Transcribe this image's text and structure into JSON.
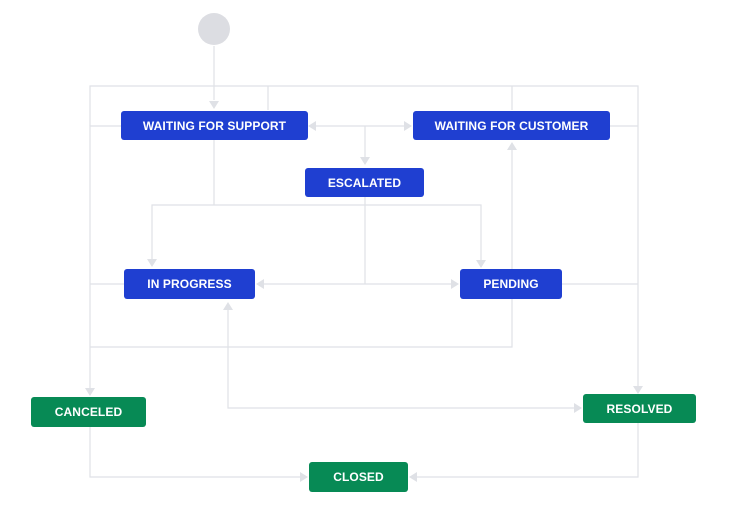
{
  "diagram": {
    "type": "workflow",
    "colors": {
      "in_progress_status": "#1f3fd1",
      "done_status": "#078a55",
      "connector": "#dfe1e6",
      "start_node": "#dcdde2"
    },
    "start_icon": "start-circle",
    "statuses": {
      "waiting_for_support": "WAITING FOR SUPPORT",
      "waiting_for_customer": "WAITING FOR CUSTOMER",
      "escalated": "ESCALATED",
      "in_progress": "IN PROGRESS",
      "pending": "PENDING",
      "canceled": "CANCELED",
      "resolved": "RESOLVED",
      "closed": "CLOSED"
    }
  }
}
